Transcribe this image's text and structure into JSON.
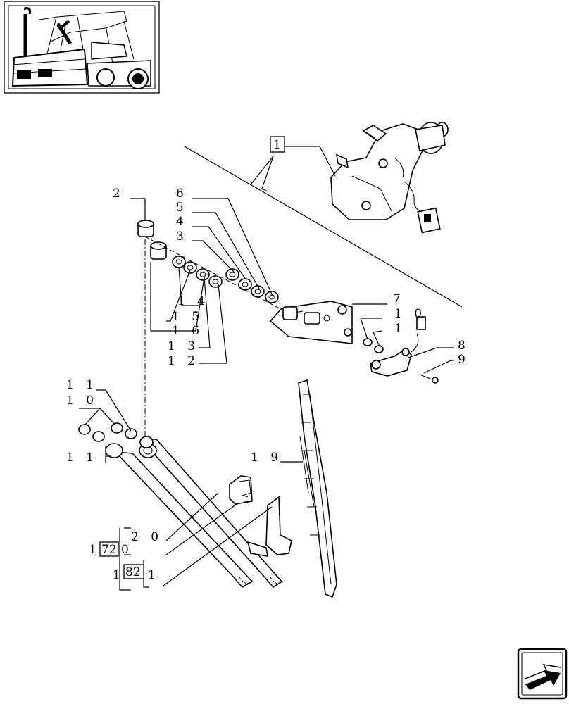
{
  "callouts": [
    {
      "id": "c2",
      "text": "2"
    },
    {
      "id": "c6",
      "text": "6"
    },
    {
      "id": "c5",
      "text": "5"
    },
    {
      "id": "c4",
      "text": "4"
    },
    {
      "id": "c3",
      "text": "3"
    },
    {
      "id": "c14",
      "text": "1 4"
    },
    {
      "id": "c15",
      "text": "1 5"
    },
    {
      "id": "c16",
      "text": "1 6"
    },
    {
      "id": "c13",
      "text": "1 3"
    },
    {
      "id": "c12",
      "text": "1 2"
    },
    {
      "id": "c7",
      "text": "7"
    },
    {
      "id": "c10a",
      "text": "1 0"
    },
    {
      "id": "c1a",
      "text": "1"
    },
    {
      "id": "c8",
      "text": "8"
    },
    {
      "id": "c9",
      "text": "9"
    },
    {
      "id": "c11a",
      "text": "1 1"
    },
    {
      "id": "c10b",
      "text": "1 0"
    },
    {
      "id": "c11b",
      "text": "1 1"
    },
    {
      "id": "c19",
      "text": "1 9"
    },
    {
      "id": "c20",
      "text": "2 0"
    },
    {
      "id": "c1b",
      "text": "1"
    },
    {
      "id": "c0",
      "text": "0"
    },
    {
      "id": "c1c",
      "text": "1"
    },
    {
      "id": "c1d",
      "text": "1"
    }
  ],
  "boxed_refs": {
    "ref_72": "72",
    "ref_82": "82",
    "ref_top": "1"
  },
  "icons": {
    "thumbnail": "tractor-cab-thumbnail-icon",
    "nav": "next-page-arrow-icon"
  }
}
